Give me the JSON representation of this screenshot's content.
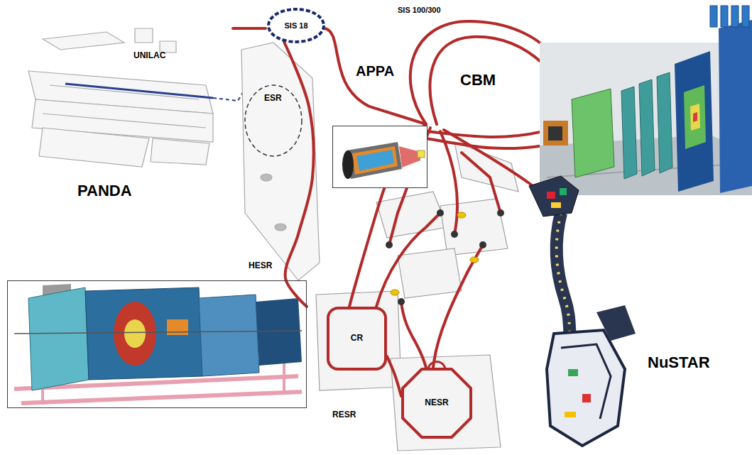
{
  "diagram": {
    "nodes": [
      {
        "text": [
          "SIS 18"
        ]
      },
      {
        "text": [
          "APPA"
        ]
      },
      {
        "text": [
          "CBM"
        ]
      },
      {
        "text": [
          "PANDA"
        ]
      },
      {
        "text": [
          "CR"
        ]
      },
      {
        "text": [
          "NESR"
        ]
      }
    ],
    "edges": [
      {
        "from": 0,
        "to": 3,
        "arrow": "none"
      },
      {
        "from": 4,
        "to": 5,
        "arrow": "none"
      }
    ],
    "labels": [
      "SIS 100/300",
      "UNILAC",
      "ESR",
      "HESR",
      "RESR",
      "NuSTAR"
    ]
  }
}
